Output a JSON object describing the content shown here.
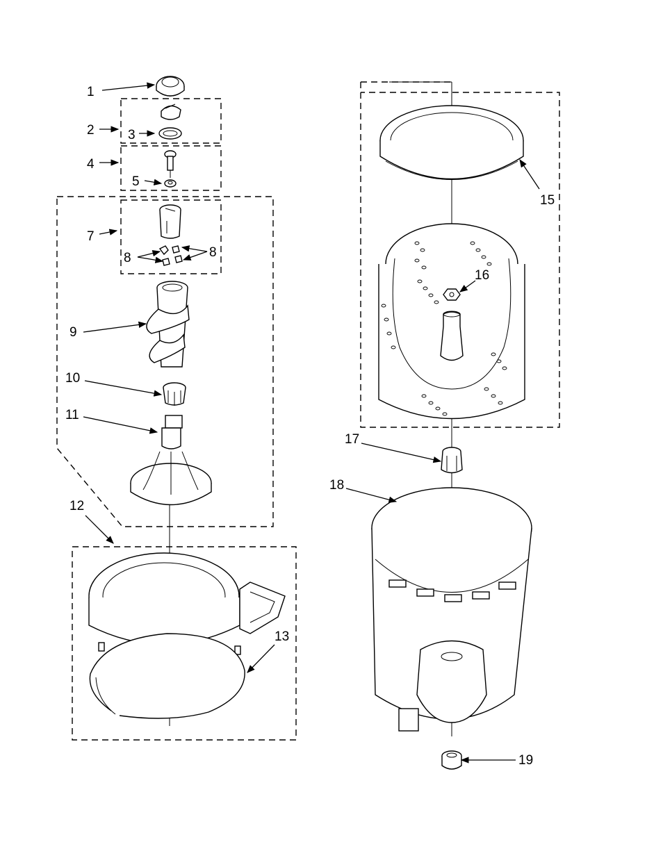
{
  "diagram": {
    "callouts": {
      "c1": "1",
      "c2": "2",
      "c3": "3",
      "c4": "4",
      "c5": "5",
      "c7": "7",
      "c8a": "8",
      "c8b": "8",
      "c9": "9",
      "c10": "10",
      "c11": "11",
      "c12": "12",
      "c13": "13",
      "c15": "15",
      "c16": "16",
      "c17": "17",
      "c18": "18",
      "c19": "19"
    }
  }
}
